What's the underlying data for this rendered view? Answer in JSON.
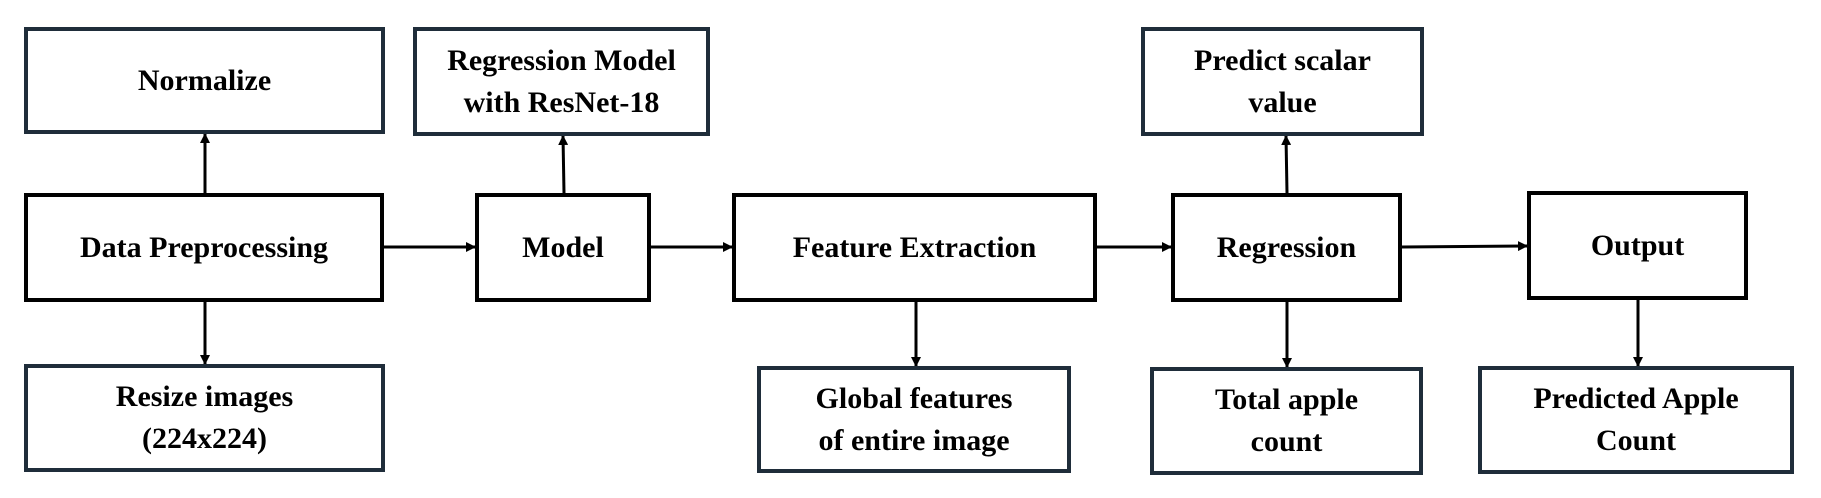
{
  "diagram": {
    "main_flow": {
      "data_preprocessing": "Data Preprocessing",
      "model": "Model",
      "feature_extraction": "Feature Extraction",
      "regression": "Regression",
      "output": "Output"
    },
    "branches": {
      "normalize": "Normalize",
      "resize_line1": "Resize images",
      "resize_line2": "(224x224)",
      "regression_model_line1": "Regression Model",
      "regression_model_line2": "with ResNet-18",
      "global_features_line1": "Global features",
      "global_features_line2": "of entire image",
      "predict_scalar_line1": "Predict scalar",
      "predict_scalar_line2": "value",
      "total_apple_line1": "Total apple",
      "total_apple_line2": "count",
      "predicted_apple_line1": "Predicted Apple",
      "predicted_apple_line2": "Count"
    },
    "colors": {
      "main_border": "#000000",
      "branch_border": "#1f2d3a",
      "arrow": "#000000"
    }
  }
}
